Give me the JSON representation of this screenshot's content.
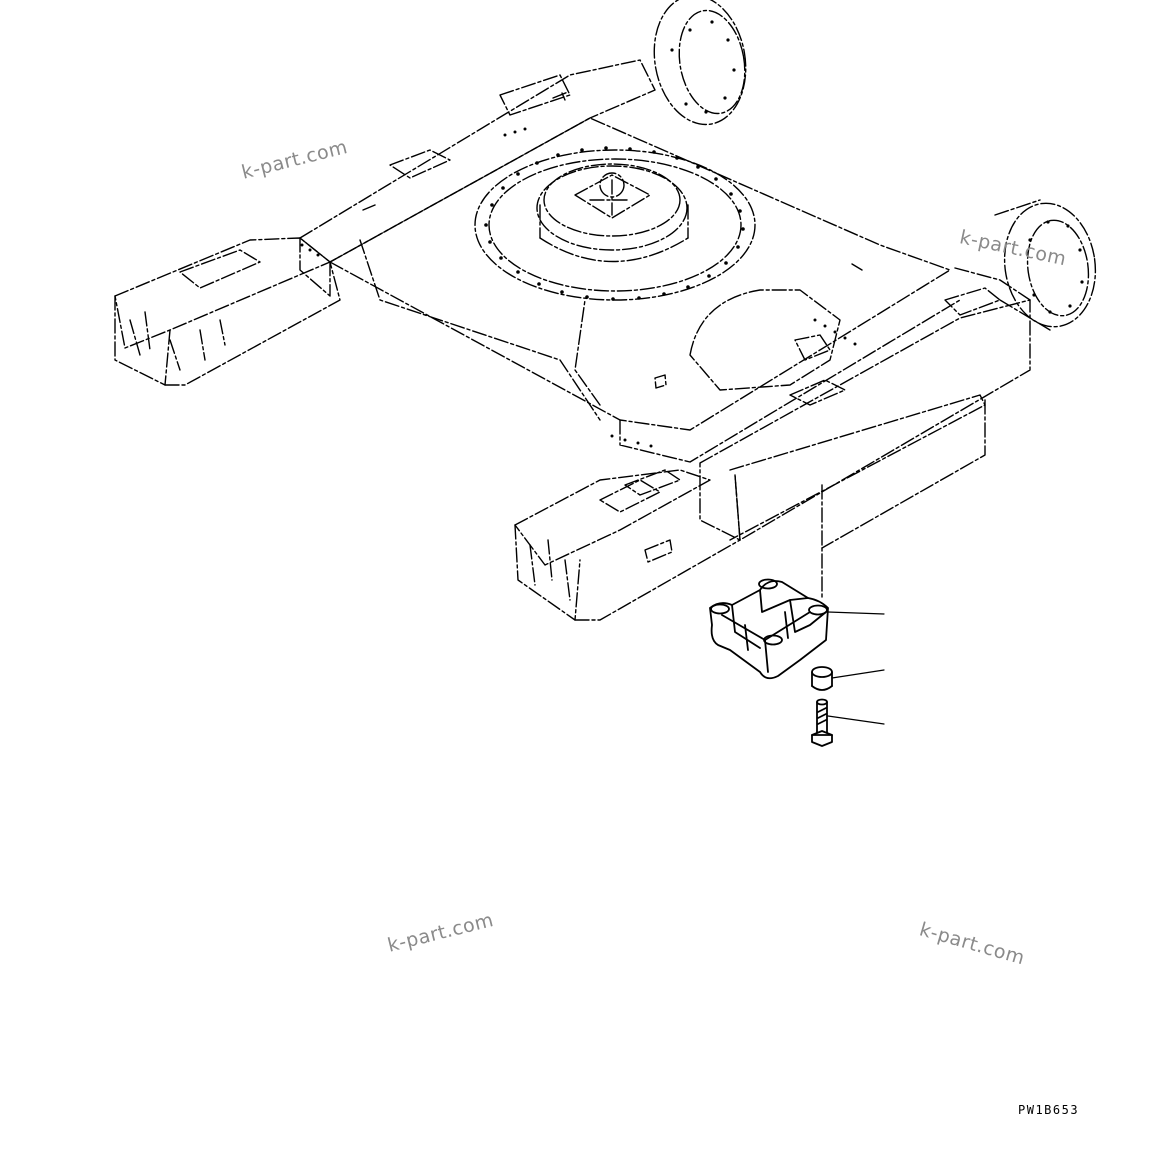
{
  "watermarks": [
    "k-part.com",
    "k-part.com",
    "k-part.com",
    "k-part.com"
  ],
  "drawing_code": "PW1B653",
  "colors": {
    "line": "#000000",
    "watermark": "#8a8a8a",
    "background": "#ffffff"
  },
  "parts": [
    {
      "name": "track frame (reference, phantom lines)"
    },
    {
      "name": "guard"
    },
    {
      "name": "spacer"
    },
    {
      "name": "bolt"
    }
  ]
}
